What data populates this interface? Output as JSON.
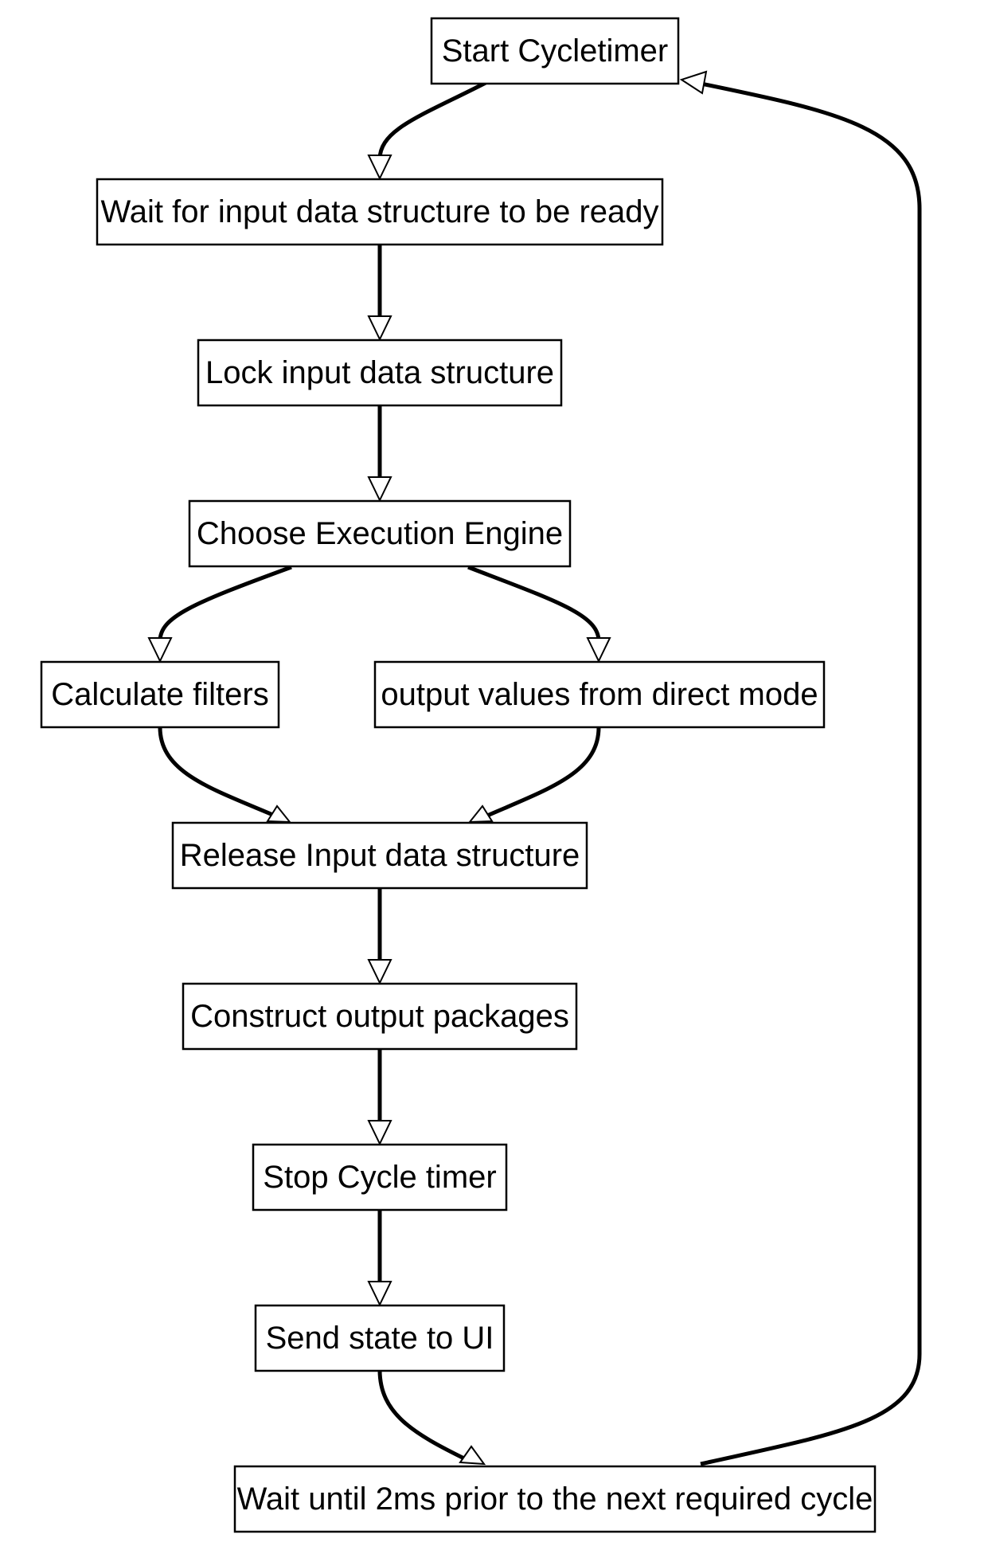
{
  "diagram": {
    "type": "flowchart",
    "nodes": [
      {
        "id": "start",
        "label": "Start Cycletimer"
      },
      {
        "id": "wait_input",
        "label": "Wait for input data structure to be ready"
      },
      {
        "id": "lock",
        "label": "Lock input data structure"
      },
      {
        "id": "choose",
        "label": "Choose Execution Engine"
      },
      {
        "id": "calc",
        "label": "Calculate filters"
      },
      {
        "id": "direct",
        "label": "output values from direct mode"
      },
      {
        "id": "release",
        "label": "Release Input data structure"
      },
      {
        "id": "construct",
        "label": "Construct output packages"
      },
      {
        "id": "stop",
        "label": "Stop Cycle timer"
      },
      {
        "id": "send",
        "label": "Send state to UI"
      },
      {
        "id": "wait_cycle",
        "label": "Wait until 2ms prior to the next required cycle"
      }
    ],
    "edges": [
      {
        "from": "start",
        "to": "wait_input"
      },
      {
        "from": "wait_input",
        "to": "lock"
      },
      {
        "from": "lock",
        "to": "choose"
      },
      {
        "from": "choose",
        "to": "calc"
      },
      {
        "from": "choose",
        "to": "direct"
      },
      {
        "from": "calc",
        "to": "release"
      },
      {
        "from": "direct",
        "to": "release"
      },
      {
        "from": "release",
        "to": "construct"
      },
      {
        "from": "construct",
        "to": "stop"
      },
      {
        "from": "stop",
        "to": "send"
      },
      {
        "from": "send",
        "to": "wait_cycle"
      },
      {
        "from": "wait_cycle",
        "to": "start"
      }
    ]
  }
}
